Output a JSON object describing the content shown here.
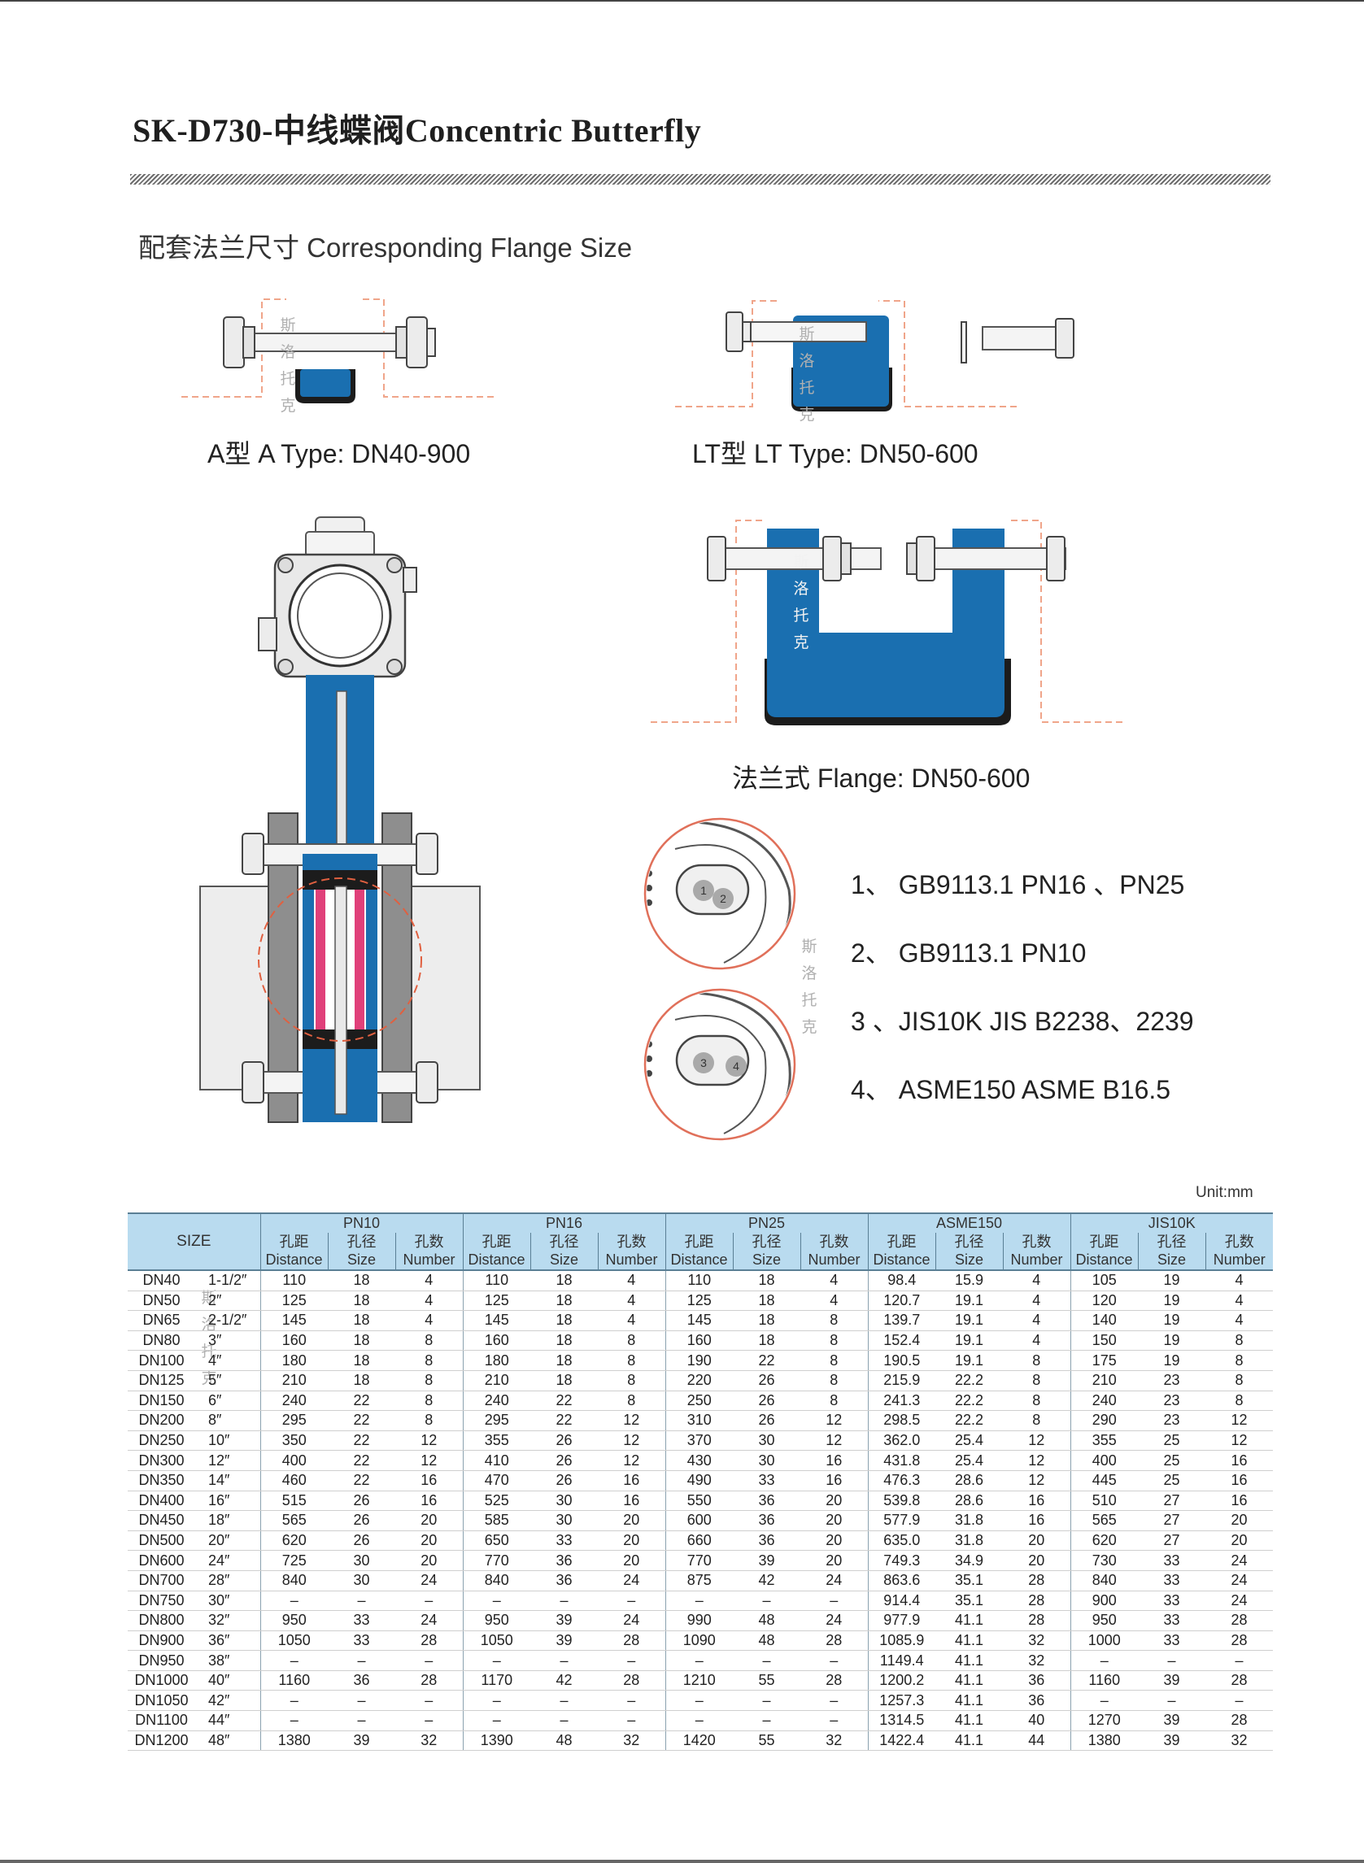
{
  "title": "SK-D730-中线蝶阀Concentric Butterfly",
  "section_title": "配套法兰尺寸 Corresponding Flange Size",
  "watermark": [
    "斯",
    "洛",
    "托",
    "克"
  ],
  "captions": {
    "a_type": "A型 A Type: DN40-900",
    "lt_type": "LT型 LT Type: DN50-600",
    "flange": "法兰式 Flange: DN50-600"
  },
  "detail_labels": [
    "1",
    "2",
    "3",
    "4"
  ],
  "standards": [
    "1、 GB9113.1   PN16 、PN25",
    "2、 GB9113.1   PN10",
    "3 、JIS10K  JIS B2238、2239",
    "4、 ASME150   ASME B16.5"
  ],
  "unit": "Unit:mm",
  "table": {
    "size_header": "SIZE",
    "groups": [
      "PN10",
      "PN16",
      "PN25",
      "ASME150",
      "JIS10K"
    ],
    "sub_headers": [
      {
        "cn": "孔距",
        "en": "Distance"
      },
      {
        "cn": "孔径",
        "en": "Size"
      },
      {
        "cn": "孔数",
        "en": "Number"
      }
    ],
    "rows": [
      [
        "DN40",
        "1-1/2″",
        "110",
        "18",
        "4",
        "110",
        "18",
        "4",
        "110",
        "18",
        "4",
        "98.4",
        "15.9",
        "4",
        "105",
        "19",
        "4"
      ],
      [
        "DN50",
        "2″",
        "125",
        "18",
        "4",
        "125",
        "18",
        "4",
        "125",
        "18",
        "4",
        "120.7",
        "19.1",
        "4",
        "120",
        "19",
        "4"
      ],
      [
        "DN65",
        "2-1/2″",
        "145",
        "18",
        "4",
        "145",
        "18",
        "4",
        "145",
        "18",
        "8",
        "139.7",
        "19.1",
        "4",
        "140",
        "19",
        "4"
      ],
      [
        "DN80",
        "3″",
        "160",
        "18",
        "8",
        "160",
        "18",
        "8",
        "160",
        "18",
        "8",
        "152.4",
        "19.1",
        "4",
        "150",
        "19",
        "8"
      ],
      [
        "DN100",
        "4″",
        "180",
        "18",
        "8",
        "180",
        "18",
        "8",
        "190",
        "22",
        "8",
        "190.5",
        "19.1",
        "8",
        "175",
        "19",
        "8"
      ],
      [
        "DN125",
        "5″",
        "210",
        "18",
        "8",
        "210",
        "18",
        "8",
        "220",
        "26",
        "8",
        "215.9",
        "22.2",
        "8",
        "210",
        "23",
        "8"
      ],
      [
        "DN150",
        "6″",
        "240",
        "22",
        "8",
        "240",
        "22",
        "8",
        "250",
        "26",
        "8",
        "241.3",
        "22.2",
        "8",
        "240",
        "23",
        "8"
      ],
      [
        "DN200",
        "8″",
        "295",
        "22",
        "8",
        "295",
        "22",
        "12",
        "310",
        "26",
        "12",
        "298.5",
        "22.2",
        "8",
        "290",
        "23",
        "12"
      ],
      [
        "DN250",
        "10″",
        "350",
        "22",
        "12",
        "355",
        "26",
        "12",
        "370",
        "30",
        "12",
        "362.0",
        "25.4",
        "12",
        "355",
        "25",
        "12"
      ],
      [
        "DN300",
        "12″",
        "400",
        "22",
        "12",
        "410",
        "26",
        "12",
        "430",
        "30",
        "16",
        "431.8",
        "25.4",
        "12",
        "400",
        "25",
        "16"
      ],
      [
        "DN350",
        "14″",
        "460",
        "22",
        "16",
        "470",
        "26",
        "16",
        "490",
        "33",
        "16",
        "476.3",
        "28.6",
        "12",
        "445",
        "25",
        "16"
      ],
      [
        "DN400",
        "16″",
        "515",
        "26",
        "16",
        "525",
        "30",
        "16",
        "550",
        "36",
        "20",
        "539.8",
        "28.6",
        "16",
        "510",
        "27",
        "16"
      ],
      [
        "DN450",
        "18″",
        "565",
        "26",
        "20",
        "585",
        "30",
        "20",
        "600",
        "36",
        "20",
        "577.9",
        "31.8",
        "16",
        "565",
        "27",
        "20"
      ],
      [
        "DN500",
        "20″",
        "620",
        "26",
        "20",
        "650",
        "33",
        "20",
        "660",
        "36",
        "20",
        "635.0",
        "31.8",
        "20",
        "620",
        "27",
        "20"
      ],
      [
        "DN600",
        "24″",
        "725",
        "30",
        "20",
        "770",
        "36",
        "20",
        "770",
        "39",
        "20",
        "749.3",
        "34.9",
        "20",
        "730",
        "33",
        "24"
      ],
      [
        "DN700",
        "28″",
        "840",
        "30",
        "24",
        "840",
        "36",
        "24",
        "875",
        "42",
        "24",
        "863.6",
        "35.1",
        "28",
        "840",
        "33",
        "24"
      ],
      [
        "DN750",
        "30″",
        "–",
        "–",
        "–",
        "–",
        "–",
        "–",
        "–",
        "–",
        "–",
        "914.4",
        "35.1",
        "28",
        "900",
        "33",
        "24"
      ],
      [
        "DN800",
        "32″",
        "950",
        "33",
        "24",
        "950",
        "39",
        "24",
        "990",
        "48",
        "24",
        "977.9",
        "41.1",
        "28",
        "950",
        "33",
        "28"
      ],
      [
        "DN900",
        "36″",
        "1050",
        "33",
        "28",
        "1050",
        "39",
        "28",
        "1090",
        "48",
        "28",
        "1085.9",
        "41.1",
        "32",
        "1000",
        "33",
        "28"
      ],
      [
        "DN950",
        "38″",
        "–",
        "–",
        "–",
        "–",
        "–",
        "–",
        "–",
        "–",
        "–",
        "1149.4",
        "41.1",
        "32",
        "–",
        "–",
        "–"
      ],
      [
        "DN1000",
        "40″",
        "1160",
        "36",
        "28",
        "1170",
        "42",
        "28",
        "1210",
        "55",
        "28",
        "1200.2",
        "41.1",
        "36",
        "1160",
        "39",
        "28"
      ],
      [
        "DN1050",
        "42″",
        "–",
        "–",
        "–",
        "–",
        "–",
        "–",
        "–",
        "–",
        "–",
        "1257.3",
        "41.1",
        "36",
        "–",
        "–",
        "–"
      ],
      [
        "DN1100",
        "44″",
        "–",
        "–",
        "–",
        "–",
        "–",
        "–",
        "–",
        "–",
        "–",
        "1314.5",
        "41.1",
        "40",
        "1270",
        "39",
        "28"
      ],
      [
        "DN1200",
        "48″",
        "1380",
        "39",
        "32",
        "1390",
        "48",
        "32",
        "1420",
        "55",
        "32",
        "1422.4",
        "41.1",
        "44",
        "1380",
        "39",
        "32"
      ]
    ]
  },
  "colors": {
    "valve_blue": "#1a6fb0",
    "header_blue": "#b9dbef",
    "flange_dash": "#f0a58a",
    "seal_pink": "#e0407a",
    "rubber_black": "#1c1c1c"
  }
}
